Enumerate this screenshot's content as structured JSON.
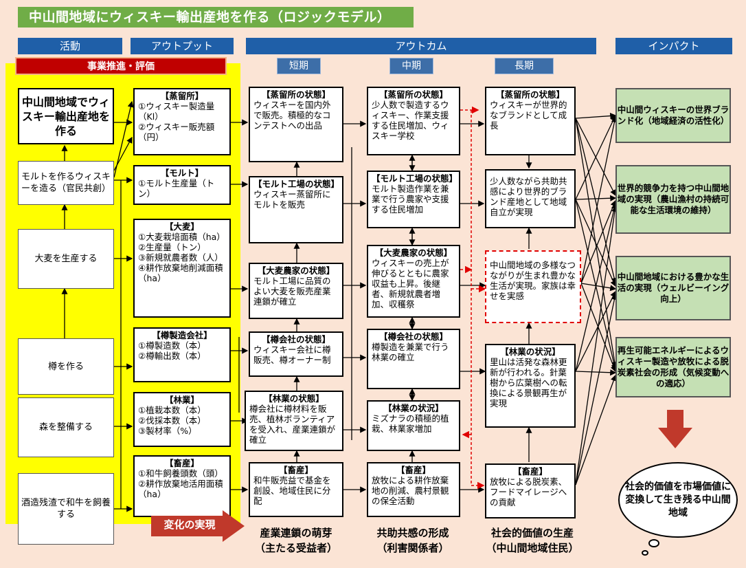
{
  "title": "中山間地域にウィスキー輸出産地を作る（ロジックモデル）",
  "headers": {
    "activity": "活動",
    "output": "アウトプット",
    "outcome": "アウトカム",
    "impact": "インパクト"
  },
  "subheaders": {
    "short": "短期",
    "mid": "中期",
    "long": "長期"
  },
  "promotion": "事業推進・評価",
  "activities": [
    "中山間地域でウィスキー輸出産地を作る",
    "モルトを作るウィスキーを造る（官民共創）",
    "大麦を生産する",
    "樽を作る",
    "森を整備する",
    "酒造残渣で和牛を飼養する"
  ],
  "outputs": [
    {
      "title": "【蒸留所】",
      "body": "①ウィスキー製造量（Kl）\n②ウィスキー販売額（円）"
    },
    {
      "title": "【モルト】",
      "body": "①モルト生産量（トン）"
    },
    {
      "title": "【大麦】",
      "body": "①大麦栽培面積（ha）\n②生産量（トン）\n③新規就農者数（人）\n④耕作放棄地削減面積（ha）"
    },
    {
      "title": "【樽製造会社】",
      "body": "①樽製造数（本）\n②樽輸出数（本）"
    },
    {
      "title": "【林業】",
      "body": "①植栽本数（本）\n②伐採本数（本）\n③製材率（%）"
    },
    {
      "title": "【畜産】",
      "body": "①和牛飼養頭数（頭）\n②耕作放棄地活用面積（ha）"
    }
  ],
  "short": [
    {
      "title": "【蒸留所の状態】",
      "body": "ウィスキーを国内外で販売。積極的なコンテストへの出品"
    },
    {
      "title": "【モルト工場の状態】",
      "body": "ウィスキー蒸留所にモルトを販売"
    },
    {
      "title": "【大麦農家の状態】",
      "body": "モルト工場に品質のよい大麦を販売産業連鎖が確立"
    },
    {
      "title": "【樽会社の状態】",
      "body": "ウィスキー会社に樽販売、樽オーナー制"
    },
    {
      "title": "【林業の状態】",
      "body": "樽会社に樽材料を販売、植林ボランティアを受入れ、産業連鎖が確立"
    },
    {
      "title": "【畜産】",
      "body": "和牛販売益で基金を創設、地域住民に分配"
    }
  ],
  "mid": [
    {
      "title": "【蒸留所の状態】",
      "body": "少人数で製造するウィスキー、作業支援する住民増加、ウィスキー学校"
    },
    {
      "title": "【モルト工場の状態】",
      "body": "モルト製造作業を兼業で行う農家や支援する住民増加"
    },
    {
      "title": "【大麦農家の状態】",
      "body": "ウィスキーの売上が伸びるとともに農家収益も上昇。後継者、新規就農者増加、収穫祭"
    },
    {
      "title": "【樽会社の状態】",
      "body": "樽製造を兼業で行う林業の確立"
    },
    {
      "title": "【林業の状況】",
      "body": "ミズナラの積極的植栽、林業家増加"
    },
    {
      "title": "【畜産】",
      "body": "放牧による耕作放棄地の削減、農村景観の保全活動"
    }
  ],
  "long": [
    {
      "title": "【蒸留所の状態】",
      "body": "ウィスキーが世界的なブランドとして成長"
    },
    {
      "title": "",
      "body": "少人数ながら共助共感により世界的ブランド産地として地域自立が実現"
    },
    {
      "title": "",
      "body": "中山間地域の多様なつながりが生まれ豊かな生活が実現。家族は幸せを実感"
    },
    {
      "title": "【林業の状況】",
      "body": "里山は活発な森林更新が行われる。針葉樹から広葉樹への転換による景観再生が実現"
    },
    {
      "title": "【畜産】",
      "body": "放牧による脱炭素、フードマイレージへの貢献"
    }
  ],
  "impacts": [
    "中山間ウィスキーの世界ブランド化（地域経済の活性化）",
    "世界的競争力を持つ中山間地域の実現（農山漁村の持続可能な生活環境の維持）",
    "中山間地域における豊かな生活の実現（ウェルビーイング向上）",
    "再生可能エネルギーによるウィスキー製造や放牧による脱炭素社会の形成（気候変動への適応）"
  ],
  "change": "変化の実現",
  "footers": {
    "short": "産業連鎖の萌芽\n（主たる受益者）",
    "mid": "共助共感の形成\n（利害関係者）",
    "long": "社会的価値の生産\n（中山間地域住民）"
  },
  "cloud": "社会的価値を市場価値に変換して生き残る中山間地域",
  "colors": {
    "header": "#1f5fa8",
    "title": "#70ad47",
    "impact": "#c5e0b4",
    "yellow": "#ffff00",
    "red": "#c00000",
    "arrow": "#c0392b"
  }
}
